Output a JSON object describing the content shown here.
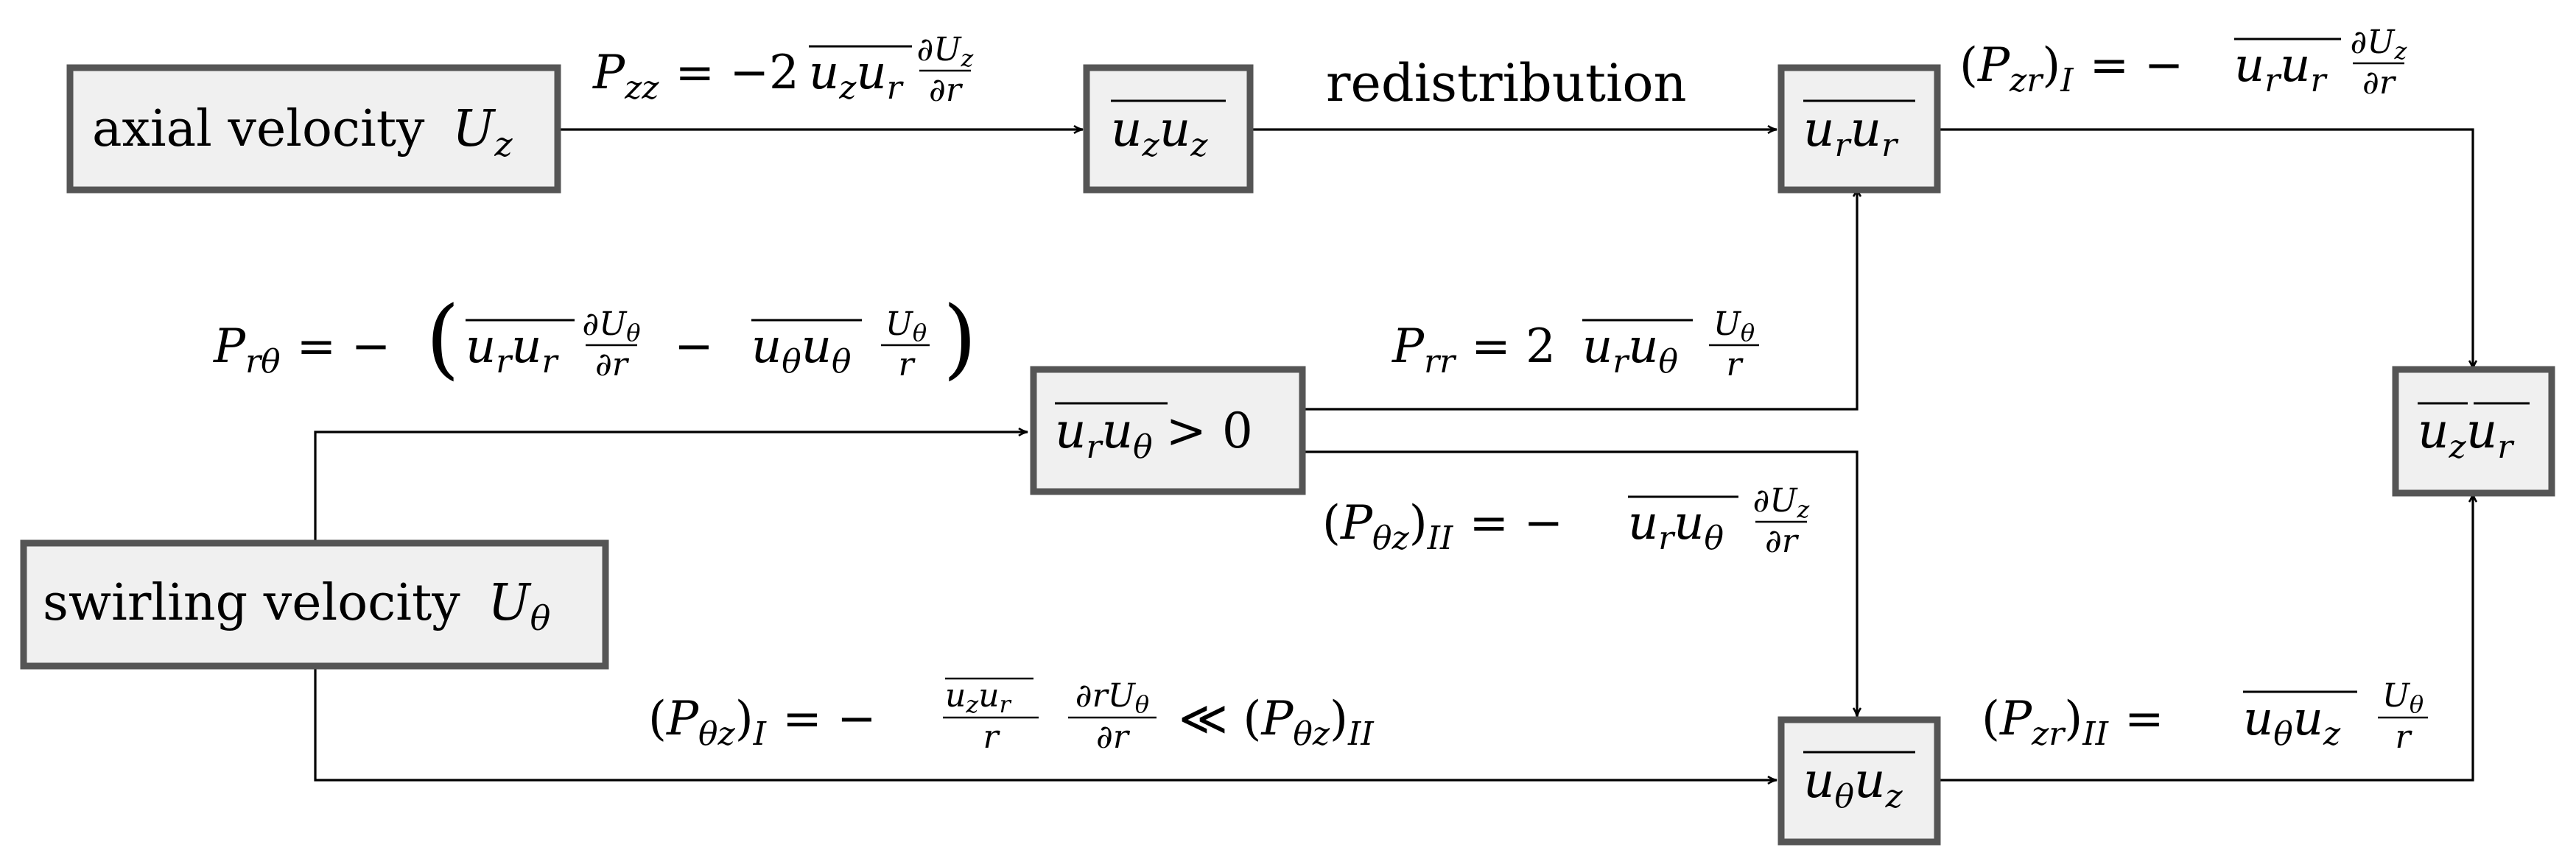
{
  "boxes": {
    "axial_label": "axial velocity",
    "axial_symbol": "U",
    "axial_sub": "z",
    "swirl_label": "swirling velocity",
    "swirl_symbol": "U",
    "swirl_sub": "θ",
    "uzuz": "u_z u_z",
    "urur": "u_r u_r",
    "uruth": "u_r u_θ > 0",
    "uzur": "u_z u_r",
    "uthuz": "u_θ u_z"
  },
  "labels": {
    "Pzz": "P_zz = −2 u_z u_r ∂U_z/∂r",
    "redistribution": "redistribution",
    "PzrI": "(P_zr)_I = −u_r u_r ∂U_z/∂r",
    "Prth": "P_rθ = −( u_r u_r ∂U_θ/∂r − u_θ u_θ U_θ/r )",
    "Prr": "P_rr = 2 u_r u_θ U_θ/r",
    "PthzII": "(P_θz)_II = −u_r u_θ ∂U_z/∂r",
    "PthzI": "(P_θz)_I = −(u_z u_r / r) ∂rU_θ/∂r ≪ (P_θz)_II",
    "PzrII": "(P_zr)_II = u_θ u_z U_θ/r"
  }
}
